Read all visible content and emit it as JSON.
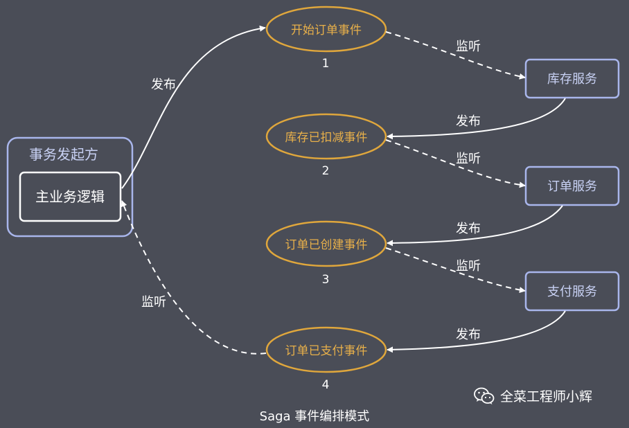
{
  "colors": {
    "background": "#4a4d57",
    "event_stroke": "#e0a73c",
    "event_text": "#e8b04a",
    "service_stroke": "#a9b6ec",
    "service_text": "#c8d1f4",
    "line": "#ffffff"
  },
  "initiator": {
    "title": "事务发起方",
    "core": "主业务逻辑"
  },
  "events": [
    {
      "label": "开始订单事件",
      "number": "1"
    },
    {
      "label": "库存已扣减事件",
      "number": "2"
    },
    {
      "label": "订单已创建事件",
      "number": "3"
    },
    {
      "label": "订单已支付事件",
      "number": "4"
    }
  ],
  "services": [
    {
      "label": "库存服务"
    },
    {
      "label": "订单服务"
    },
    {
      "label": "支付服务"
    }
  ],
  "edge_labels": {
    "publish": "发布",
    "listen": "监听"
  },
  "caption": "Saga 事件编排模式",
  "watermark": {
    "icon": "wechat-icon",
    "text": "全菜工程师小辉"
  }
}
